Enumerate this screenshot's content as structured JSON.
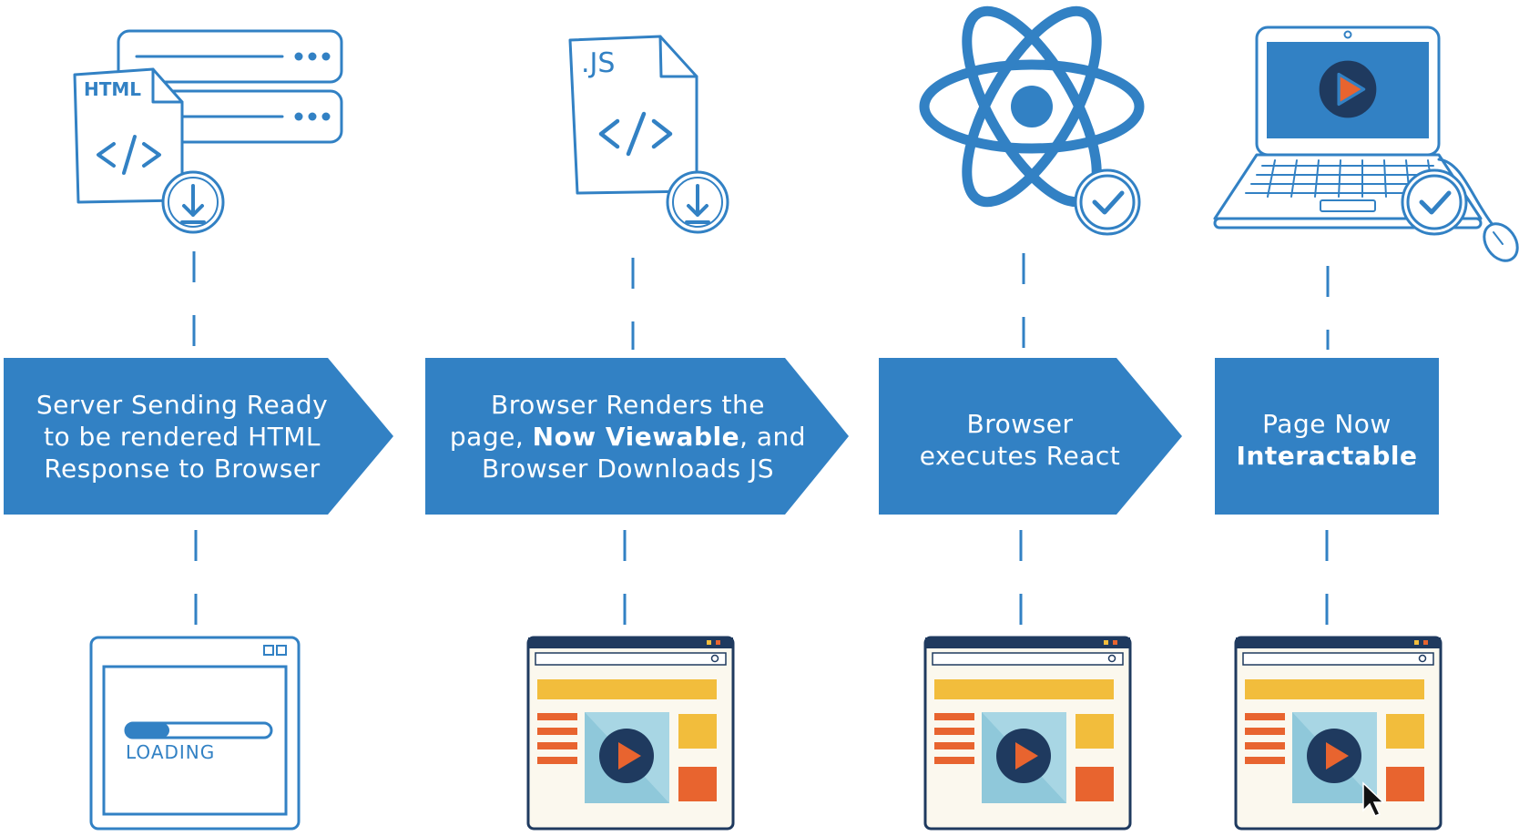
{
  "colors": {
    "primary_blue": "#3281c4",
    "dark_navy": "#1f3a5f",
    "light_blue": "#a8d6e4",
    "yellow": "#f2bd3c",
    "orange": "#e8642f",
    "cream": "#fbf8ee"
  },
  "icon_labels": {
    "html_doc": "HTML",
    "js_doc": ".JS",
    "loading": "LOADING"
  },
  "steps": [
    {
      "lines": [
        {
          "pre": "Server Sending Ready",
          "bold": "",
          "post": ""
        },
        {
          "pre": "to be rendered HTML",
          "bold": "",
          "post": ""
        },
        {
          "pre": "Response to Browser",
          "bold": "",
          "post": ""
        }
      ]
    },
    {
      "lines": [
        {
          "pre": "Browser Renders the",
          "bold": "",
          "post": ""
        },
        {
          "pre": "page, ",
          "bold": "Now Viewable",
          "post": ", and"
        },
        {
          "pre": "Browser Downloads JS",
          "bold": "",
          "post": ""
        }
      ]
    },
    {
      "lines": [
        {
          "pre": "Browser",
          "bold": "",
          "post": ""
        },
        {
          "pre": "executes React",
          "bold": "",
          "post": ""
        }
      ]
    },
    {
      "lines": [
        {
          "pre": "Page Now",
          "bold": "",
          "post": ""
        },
        {
          "pre": "",
          "bold": "Interactable",
          "post": ""
        }
      ]
    }
  ],
  "loading_progress": 0.3
}
